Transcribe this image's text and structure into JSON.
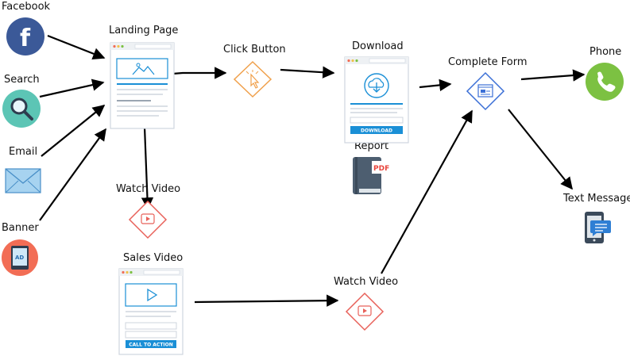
{
  "sources": {
    "facebook": "Facebook",
    "search": "Search",
    "email": "Email",
    "banner": "Banner",
    "banner_badge": "AD",
    "facebook_glyph": "f"
  },
  "steps": {
    "landing_page": "Landing Page",
    "click_button": "Click Button",
    "download": "Download",
    "download_button": "DOWNLOAD",
    "report": "Report",
    "report_badge": "PDF",
    "complete_form": "Complete Form",
    "watch_video_1": "Watch Video",
    "sales_video": "Sales Video",
    "sales_cta": "CALL TO ACTION",
    "watch_video_2": "Watch Video",
    "phone": "Phone",
    "text_message": "Text Message"
  },
  "colors": {
    "facebook": "#3b5998",
    "search": "#5cc5b5",
    "email": "#a7d3f0",
    "banner": "#f26d55",
    "click_button": "#f0a04b",
    "watch_video": "#e8615a",
    "complete_form": "#3b6fd6",
    "phone": "#7cc142",
    "accent_blue": "#1a8fd6",
    "arrow": "#000000"
  },
  "icons": {
    "facebook": "facebook-icon",
    "search": "magnifier-icon",
    "email": "envelope-icon",
    "banner": "ad-tablet-icon",
    "click_button": "cursor-click-icon",
    "watch_video": "play-icon",
    "complete_form": "form-icon",
    "report": "pdf-book-icon",
    "phone": "phone-icon",
    "text_message": "smartphone-message-icon"
  }
}
